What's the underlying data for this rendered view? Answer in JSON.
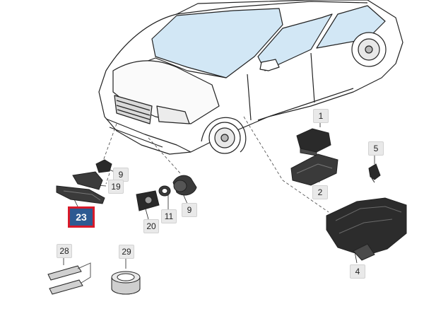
{
  "diagram": {
    "callouts": [
      {
        "id": "1",
        "label": "1"
      },
      {
        "id": "2",
        "label": "2"
      },
      {
        "id": "4",
        "label": "4"
      },
      {
        "id": "5",
        "label": "5"
      },
      {
        "id": "9a",
        "label": "9"
      },
      {
        "id": "9b",
        "label": "9"
      },
      {
        "id": "11",
        "label": "11"
      },
      {
        "id": "19",
        "label": "19"
      },
      {
        "id": "20",
        "label": "20"
      },
      {
        "id": "23",
        "label": "23"
      },
      {
        "id": "28",
        "label": "28"
      },
      {
        "id": "29",
        "label": "29"
      }
    ],
    "selected_part": "23",
    "colors": {
      "highlight_border": "#d81a2a",
      "highlight_fill": "#2d5a92",
      "car_window_tint": "#d2e7f5",
      "callout_fill": "#e9e9e9",
      "line_color": "#222222",
      "part_dark": "#2a2a2a"
    }
  }
}
